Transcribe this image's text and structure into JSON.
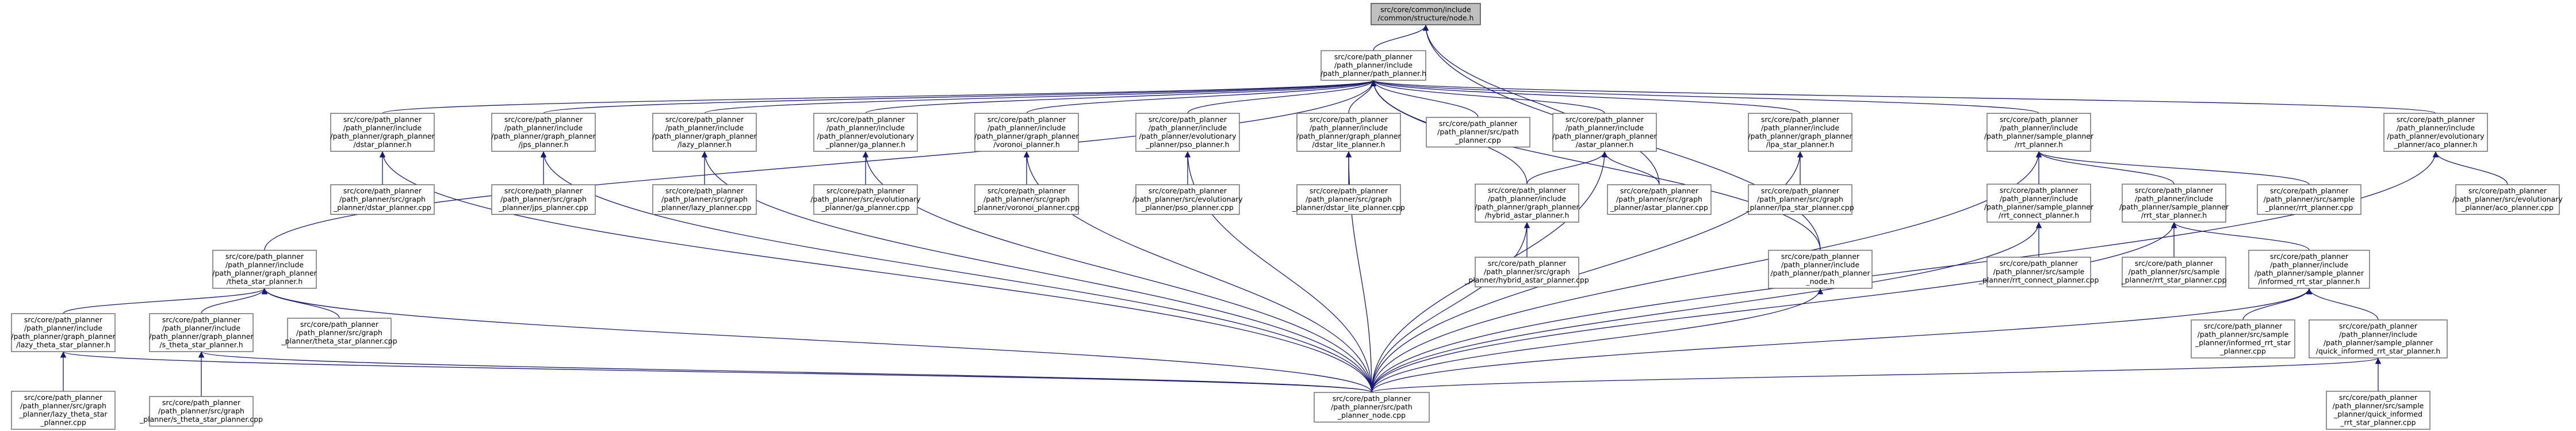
{
  "nodes": [
    {
      "id": "root",
      "lines": [
        "src/core/common/include",
        "/common/structure/node.h"
      ]
    },
    {
      "id": "path_planner_h",
      "lines": [
        "src/core/path_planner",
        "/path_planner/include",
        "/path_planner/path_planner.h"
      ]
    },
    {
      "id": "dstar_h",
      "lines": [
        "src/core/path_planner",
        "/path_planner/include",
        "/path_planner/graph_planner",
        "/dstar_planner.h"
      ]
    },
    {
      "id": "jps_h",
      "lines": [
        "src/core/path_planner",
        "/path_planner/include",
        "/path_planner/graph_planner",
        "/jps_planner.h"
      ]
    },
    {
      "id": "lazy_h",
      "lines": [
        "src/core/path_planner",
        "/path_planner/include",
        "/path_planner/graph_planner",
        "/lazy_planner.h"
      ]
    },
    {
      "id": "ga_h",
      "lines": [
        "src/core/path_planner",
        "/path_planner/include",
        "/path_planner/evolutionary",
        "_planner/ga_planner.h"
      ]
    },
    {
      "id": "voronoi_h",
      "lines": [
        "src/core/path_planner",
        "/path_planner/include",
        "/path_planner/graph_planner",
        "/voronoi_planner.h"
      ]
    },
    {
      "id": "pso_h",
      "lines": [
        "src/core/path_planner",
        "/path_planner/include",
        "/path_planner/evolutionary",
        "_planner/pso_planner.h"
      ]
    },
    {
      "id": "dstar_lite_h",
      "lines": [
        "src/core/path_planner",
        "/path_planner/include",
        "/path_planner/graph_planner",
        "/dstar_lite_planner.h"
      ]
    },
    {
      "id": "path_planner_cpp",
      "lines": [
        "src/core/path_planner",
        "/path_planner/src/path",
        "_planner.cpp"
      ]
    },
    {
      "id": "astar_h",
      "lines": [
        "src/core/path_planner",
        "/path_planner/include",
        "/path_planner/graph_planner",
        "/astar_planner.h"
      ]
    },
    {
      "id": "lpa_h",
      "lines": [
        "src/core/path_planner",
        "/path_planner/include",
        "/path_planner/graph_planner",
        "/lpa_star_planner.h"
      ]
    },
    {
      "id": "rrt_h",
      "lines": [
        "src/core/path_planner",
        "/path_planner/include",
        "/path_planner/sample_planner",
        "/rrt_planner.h"
      ]
    },
    {
      "id": "aco_h",
      "lines": [
        "src/core/path_planner",
        "/path_planner/include",
        "/path_planner/evolutionary",
        "_planner/aco_planner.h"
      ]
    },
    {
      "id": "dstar_cpp",
      "lines": [
        "src/core/path_planner",
        "/path_planner/src/graph",
        "_planner/dstar_planner.cpp"
      ]
    },
    {
      "id": "jps_cpp",
      "lines": [
        "src/core/path_planner",
        "/path_planner/src/graph",
        "_planner/jps_planner.cpp"
      ]
    },
    {
      "id": "lazy_cpp",
      "lines": [
        "src/core/path_planner",
        "/path_planner/src/graph",
        "_planner/lazy_planner.cpp"
      ]
    },
    {
      "id": "ga_cpp",
      "lines": [
        "src/core/path_planner",
        "/path_planner/src/evolutionary",
        "_planner/ga_planner.cpp"
      ]
    },
    {
      "id": "voronoi_cpp",
      "lines": [
        "src/core/path_planner",
        "/path_planner/src/graph",
        "_planner/voronoi_planner.cpp"
      ]
    },
    {
      "id": "pso_cpp",
      "lines": [
        "src/core/path_planner",
        "/path_planner/src/evolutionary",
        "_planner/pso_planner.cpp"
      ]
    },
    {
      "id": "dstar_lite_cpp",
      "lines": [
        "src/core/path_planner",
        "/path_planner/src/graph",
        "_planner/dstar_lite_planner.cpp"
      ]
    },
    {
      "id": "hybrid_h",
      "lines": [
        "src/core/path_planner",
        "/path_planner/include",
        "/path_planner/graph_planner",
        "/hybrid_astar_planner.h"
      ]
    },
    {
      "id": "astar_cpp",
      "lines": [
        "src/core/path_planner",
        "/path_planner/src/graph",
        "_planner/astar_planner.cpp"
      ]
    },
    {
      "id": "lpa_cpp",
      "lines": [
        "src/core/path_planner",
        "/path_planner/src/graph",
        "_planner/lpa_star_planner.cpp"
      ]
    },
    {
      "id": "rrt_connect_h",
      "lines": [
        "src/core/path_planner",
        "/path_planner/include",
        "/path_planner/sample_planner",
        "/rrt_connect_planner.h"
      ]
    },
    {
      "id": "rrt_star_h",
      "lines": [
        "src/core/path_planner",
        "/path_planner/include",
        "/path_planner/sample_planner",
        "/rrt_star_planner.h"
      ]
    },
    {
      "id": "rrt_cpp",
      "lines": [
        "src/core/path_planner",
        "/path_planner/src/sample",
        "_planner/rrt_planner.cpp"
      ]
    },
    {
      "id": "aco_cpp",
      "lines": [
        "src/core/path_planner",
        "/path_planner/src/evolutionary",
        "_planner/aco_planner.cpp"
      ]
    },
    {
      "id": "theta_h",
      "lines": [
        "src/core/path_planner",
        "/path_planner/include",
        "/path_planner/graph_planner",
        "/theta_star_planner.h"
      ]
    },
    {
      "id": "hybrid_cpp",
      "lines": [
        "src/core/path_planner",
        "/path_planner/src/graph",
        "_planner/hybrid_astar_planner.cpp"
      ]
    },
    {
      "id": "pp_node_h",
      "lines": [
        "src/core/path_planner",
        "/path_planner/include",
        "/path_planner/path_planner",
        "_node.h"
      ]
    },
    {
      "id": "rrt_connect_cpp",
      "lines": [
        "src/core/path_planner",
        "/path_planner/src/sample",
        "_planner/rrt_connect_planner.cpp"
      ]
    },
    {
      "id": "rrt_star_cpp",
      "lines": [
        "src/core/path_planner",
        "/path_planner/src/sample",
        "_planner/rrt_star_planner.cpp"
      ]
    },
    {
      "id": "informed_h",
      "lines": [
        "src/core/path_planner",
        "/path_planner/include",
        "/path_planner/sample_planner",
        "/informed_rrt_star_planner.h"
      ]
    },
    {
      "id": "lazy_theta_h",
      "lines": [
        "src/core/path_planner",
        "/path_planner/include",
        "/path_planner/graph_planner",
        "/lazy_theta_star_planner.h"
      ]
    },
    {
      "id": "s_theta_h",
      "lines": [
        "src/core/path_planner",
        "/path_planner/include",
        "/path_planner/graph_planner",
        "/s_theta_star_planner.h"
      ]
    },
    {
      "id": "theta_cpp",
      "lines": [
        "src/core/path_planner",
        "/path_planner/src/graph",
        "_planner/theta_star_planner.cpp"
      ]
    },
    {
      "id": "informed_cpp",
      "lines": [
        "src/core/path_planner",
        "/path_planner/src/sample",
        "_planner/informed_rrt_star",
        "_planner.cpp"
      ]
    },
    {
      "id": "quick_h",
      "lines": [
        "src/core/path_planner",
        "/path_planner/include",
        "/path_planner/sample_planner",
        "/quick_informed_rrt_star_planner.h"
      ]
    },
    {
      "id": "lazy_theta_cpp",
      "lines": [
        "src/core/path_planner",
        "/path_planner/src/graph",
        "_planner/lazy_theta_star",
        "_planner.cpp"
      ]
    },
    {
      "id": "s_theta_cpp",
      "lines": [
        "src/core/path_planner",
        "/path_planner/src/graph",
        "_planner/s_theta_star_planner.cpp"
      ]
    },
    {
      "id": "pp_node_cpp",
      "lines": [
        "src/core/path_planner",
        "/path_planner/src/path",
        "_planner_node.cpp"
      ]
    },
    {
      "id": "quick_cpp",
      "lines": [
        "src/core/path_planner",
        "/path_planner/src/sample",
        "_planner/quick_informed",
        "_rrt_star_planner.cpp"
      ]
    }
  ],
  "edges": [
    [
      "root",
      "path_planner_h"
    ],
    [
      "root",
      "astar_cpp"
    ],
    [
      "root",
      "pp_node_h"
    ],
    [
      "path_planner_h",
      "dstar_h"
    ],
    [
      "path_planner_h",
      "jps_h"
    ],
    [
      "path_planner_h",
      "lazy_h"
    ],
    [
      "path_planner_h",
      "ga_h"
    ],
    [
      "path_planner_h",
      "voronoi_h"
    ],
    [
      "path_planner_h",
      "pso_h"
    ],
    [
      "path_planner_h",
      "dstar_lite_h"
    ],
    [
      "path_planner_h",
      "path_planner_cpp"
    ],
    [
      "path_planner_h",
      "astar_h"
    ],
    [
      "path_planner_h",
      "lpa_h"
    ],
    [
      "path_planner_h",
      "rrt_h"
    ],
    [
      "path_planner_h",
      "aco_h"
    ],
    [
      "path_planner_h",
      "theta_h"
    ],
    [
      "path_planner_h",
      "hybrid_h"
    ],
    [
      "path_planner_h",
      "pp_node_h"
    ],
    [
      "dstar_h",
      "dstar_cpp"
    ],
    [
      "dstar_h",
      "pp_node_cpp"
    ],
    [
      "jps_h",
      "jps_cpp"
    ],
    [
      "jps_h",
      "pp_node_cpp"
    ],
    [
      "lazy_h",
      "lazy_cpp"
    ],
    [
      "lazy_h",
      "pp_node_cpp"
    ],
    [
      "ga_h",
      "ga_cpp"
    ],
    [
      "ga_h",
      "pp_node_cpp"
    ],
    [
      "voronoi_h",
      "voronoi_cpp"
    ],
    [
      "voronoi_h",
      "pp_node_cpp"
    ],
    [
      "pso_h",
      "pso_cpp"
    ],
    [
      "pso_h",
      "pp_node_cpp"
    ],
    [
      "dstar_lite_h",
      "dstar_lite_cpp"
    ],
    [
      "dstar_lite_h",
      "pp_node_cpp"
    ],
    [
      "astar_h",
      "hybrid_h"
    ],
    [
      "astar_h",
      "astar_cpp"
    ],
    [
      "astar_h",
      "pp_node_cpp"
    ],
    [
      "lpa_h",
      "lpa_cpp"
    ],
    [
      "lpa_h",
      "pp_node_cpp"
    ],
    [
      "rrt_h",
      "rrt_connect_h"
    ],
    [
      "rrt_h",
      "rrt_star_h"
    ],
    [
      "rrt_h",
      "rrt_cpp"
    ],
    [
      "rrt_h",
      "pp_node_cpp"
    ],
    [
      "aco_h",
      "aco_cpp"
    ],
    [
      "aco_h",
      "pp_node_cpp"
    ],
    [
      "hybrid_h",
      "hybrid_cpp"
    ],
    [
      "hybrid_h",
      "pp_node_cpp"
    ],
    [
      "pp_node_h",
      "pp_node_cpp"
    ],
    [
      "rrt_connect_h",
      "rrt_connect_cpp"
    ],
    [
      "rrt_connect_h",
      "pp_node_cpp"
    ],
    [
      "rrt_star_h",
      "rrt_star_cpp"
    ],
    [
      "rrt_star_h",
      "informed_h"
    ],
    [
      "rrt_star_h",
      "pp_node_cpp"
    ],
    [
      "informed_h",
      "informed_cpp"
    ],
    [
      "informed_h",
      "quick_h"
    ],
    [
      "informed_h",
      "pp_node_cpp"
    ],
    [
      "quick_h",
      "quick_cpp"
    ],
    [
      "quick_h",
      "pp_node_cpp"
    ],
    [
      "theta_h",
      "lazy_theta_h"
    ],
    [
      "theta_h",
      "s_theta_h"
    ],
    [
      "theta_h",
      "theta_cpp"
    ],
    [
      "theta_h",
      "pp_node_cpp"
    ],
    [
      "lazy_theta_h",
      "lazy_theta_cpp"
    ],
    [
      "lazy_theta_h",
      "pp_node_cpp"
    ],
    [
      "s_theta_h",
      "s_theta_cpp"
    ],
    [
      "s_theta_h",
      "pp_node_cpp"
    ]
  ],
  "colors": {
    "root_fill": "#bfbfbf",
    "node_fill": "#ffffff",
    "node_border": "#666666",
    "edge": "#191970"
  }
}
